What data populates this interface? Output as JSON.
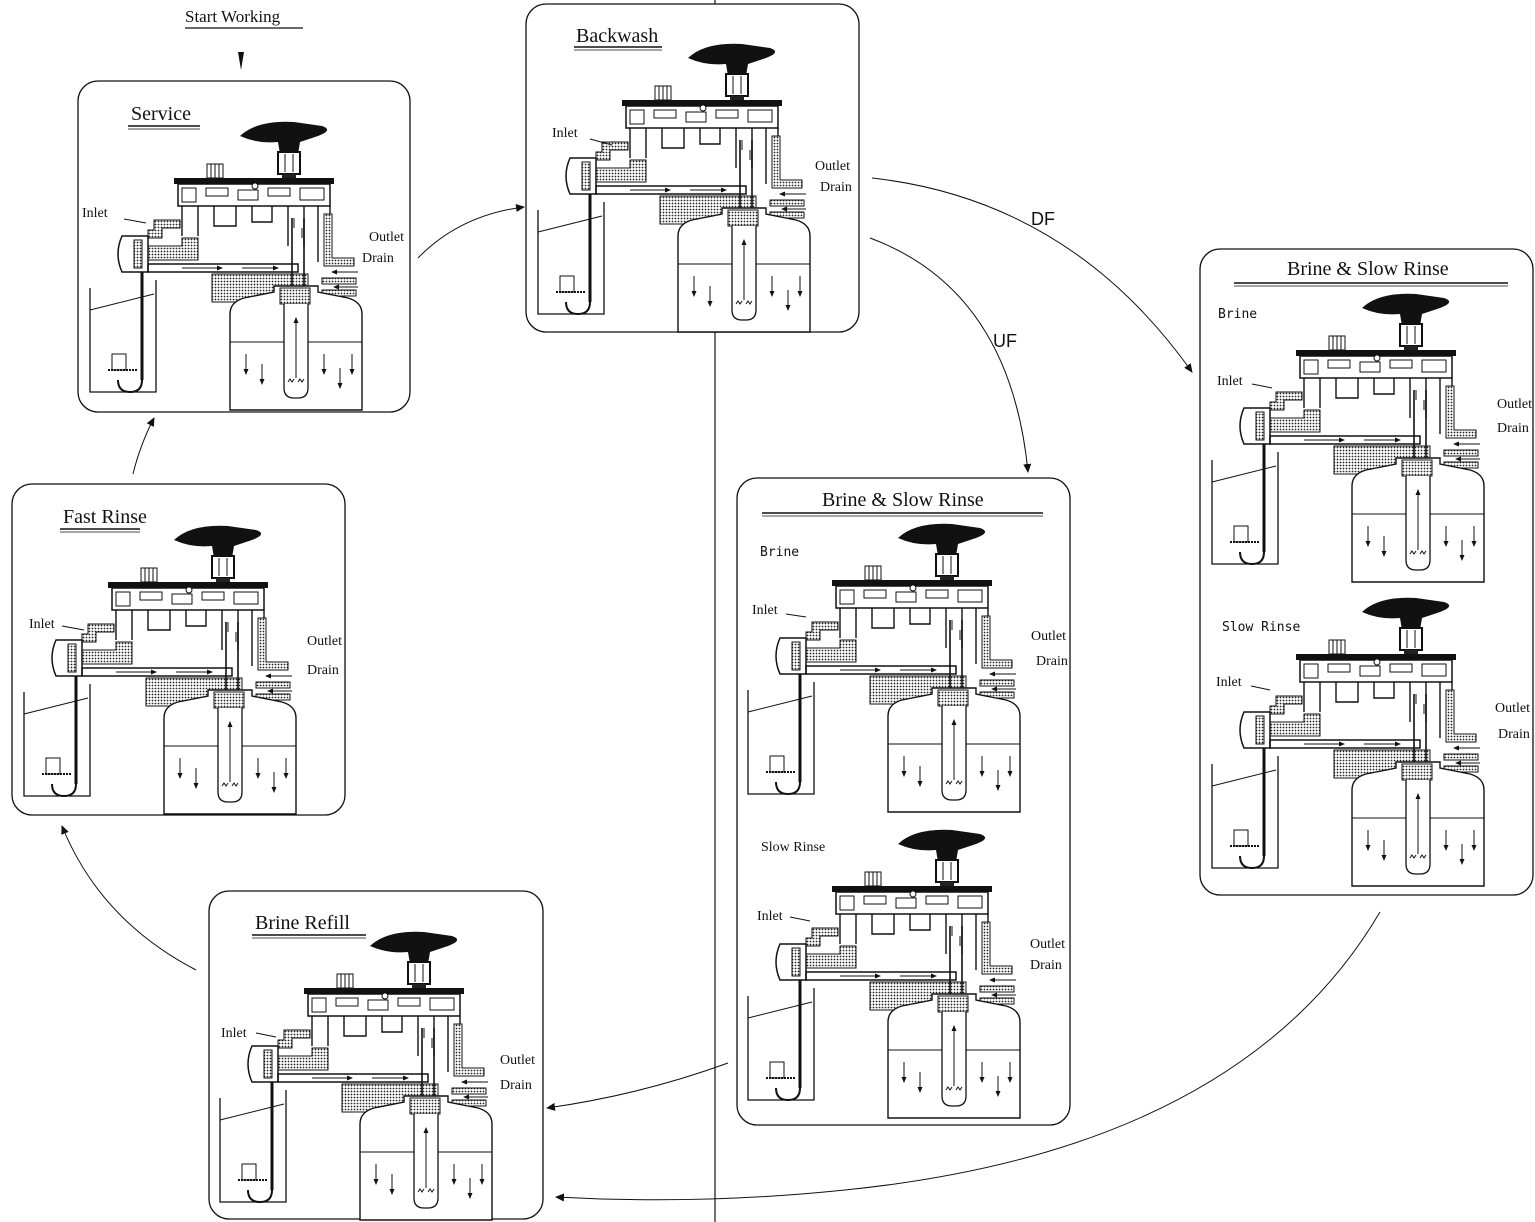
{
  "start": "Start Working",
  "flow": {
    "df": "DF",
    "uf": "UF"
  },
  "labels": {
    "inlet": "Inlet",
    "outlet": "Outlet",
    "drain": "Drain"
  },
  "panels": {
    "service": {
      "title": "Service"
    },
    "backwash": {
      "title": "Backwash"
    },
    "brine_slow_rinse_uf": {
      "title": "Brine & Slow Rinse",
      "sub1": "Brine",
      "sub2": "Slow Rinse"
    },
    "brine_slow_rinse_df": {
      "title": "Brine & Slow Rinse",
      "sub1": "Brine",
      "sub2": "Slow Rinse"
    },
    "brine_refill": {
      "title": "Brine Refill"
    },
    "fast_rinse": {
      "title": "Fast Rinse"
    }
  }
}
